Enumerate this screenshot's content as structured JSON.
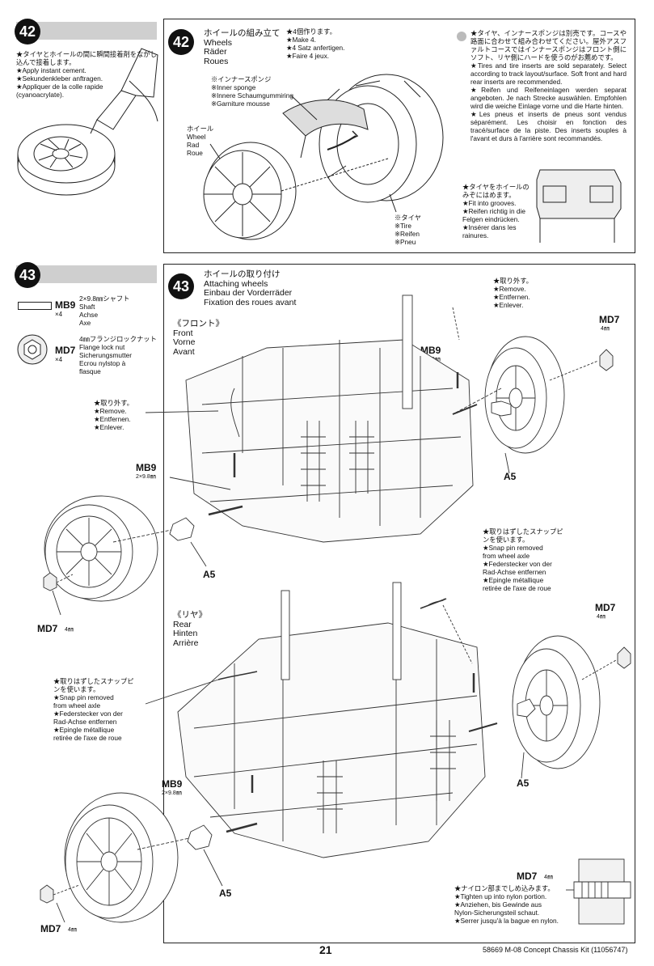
{
  "steps": {
    "s42_num": "42",
    "s43_num": "43"
  },
  "step42_left": {
    "note": "★タイヤとホイールの間に瞬間接着剤をながし込んで接着します。\n★Apply instant cement.\n★Sekundenkleber anftragen.\n★Appliquer de la colle rapide\n(cyanoacrylate)."
  },
  "step42_main": {
    "title": "ホイールの組み立て\nWheels\nRäder\nRoues",
    "count": "★4個作ります。\n★Make 4.\n★4 Satz anfertigen.\n★Faire 4 jeux.",
    "sponge": "※インナースポンジ\n※Inner sponge\n※Innere Schaumgummiring\n※Garniture mousse",
    "wheel": "ホイール\nWheel\nRad\nRoue",
    "tire": "※タイヤ\n※Tire\n※Reifen\n※Pneu",
    "notes": "★タイヤ、インナースポンジは別売です。コースや路面に合わせて組み合わせてください。屋外アスファルトコースではインナースポンジはフロント側にソフト、リヤ側にハードを使うのがお薦めです。\n★Tires and tire inserts are sold separately. Select according to track layout/surface. Soft front and hard rear inserts are recommended.\n★Reifen und Reifeneinlagen werden separat angeboten. Je nach Strecke auswählen. Empfohlen wird die weiche Einlage vorne und die Harte hinten.\n★Les pneus et inserts de pneus sont vendus séparément. Les choisir en fonction des tracé/surface de la piste. Des inserts souples à l'avant et durs à l'arrière sont recommandés.",
    "groove_note": "★タイヤをホイールのみぞにはめます。\n★Fit into grooves.\n★Reifen richtig in die Felgen eindrücken.\n★Insérer dans les rainures."
  },
  "step43_left": {
    "mb9_code": "MB9",
    "mb9_qty": "×4",
    "mb9_desc": "2×9.8㎜シャフト\nShaft\nAchse\nAxe",
    "md7_code": "MD7",
    "md7_qty": "×4",
    "md7_desc": "4㎜フランジロックナット\nFlange lock nut\nSicherungsmutter\nEcrou nylstop à\nflasque"
  },
  "step43_main": {
    "title": "ホイールの取り付け\nAttaching wheels\nEinbau der Vorderräder\nFixation des roues avant",
    "front": "《フロント》\nFront\nVorne\nAvant",
    "rear": "《リヤ》\nRear\nHinten\nArrière",
    "remove": "★取り外す。\n★Remove.\n★Entfernen.\n★Enlever.",
    "snap_pin": "★取りはずしたスナップピンを使います。\n★Snap pin removed\nfrom wheel axle\n★Federstecker von der\nRad-Achse entfernen\n★Epingle métallique\nretirée de l'axe de roue",
    "mb9": "MB9",
    "mb9_size": "2×9.8㎜",
    "md7": "MD7",
    "md7_size": "4㎜",
    "a5": "A5",
    "nylon_note": "★ナイロン部までしめ込みます。\n★Tighten up into nylon portion.\n★Anziehen, bis Gewinde aus\nNylon-Sicherungsteil schaut.\n★Serrer jusqu'à la bague en nylon."
  },
  "footer": {
    "page": "21",
    "product": "58669 M-08 Concept Chassis Kit (11056747)"
  }
}
